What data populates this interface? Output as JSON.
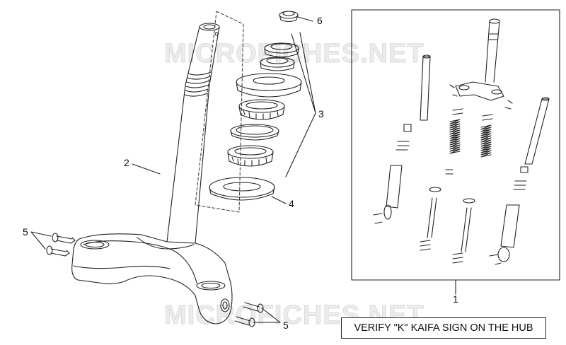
{
  "watermark": "MICROFICHES.NET",
  "callouts": {
    "c1": "1",
    "c2": "2",
    "c3": "3",
    "c4": "4",
    "c5a": "5",
    "c5b": "5",
    "c6": "6"
  },
  "note": "VERIFY \"K\" KAIFA SIGN ON THE HUB",
  "colors": {
    "line": "#222222",
    "watermark": "#ececec"
  }
}
